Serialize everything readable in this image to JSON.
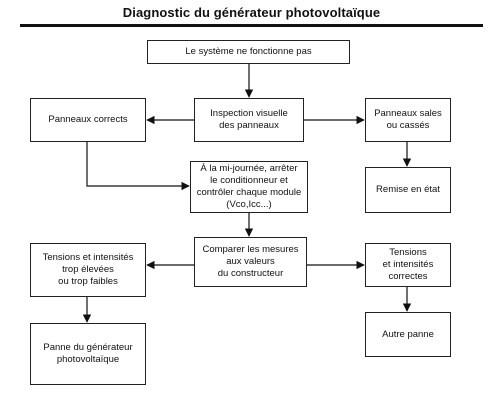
{
  "title": "Diagnostic du générateur photovoltaïque",
  "nodes": {
    "start": "Le système ne fonctionne pas",
    "inspect": "Inspection visuelle\ndes panneaux",
    "correct_panels": "Panneaux corrects",
    "dirty_panels": "Panneaux sales\nou cassés",
    "repair": "Remise en état",
    "midday": "À la mi-journée, arrêter\nle conditionneur et\ncontrôler chaque module\n(Vco,Icc...)",
    "compare": "Comparer les mesures\naux valeurs\ndu constructeur",
    "bad_values": "Tensions et intensités\ntrop élevées\nou trop faibles",
    "good_values": "Tensions\net intensités\ncorrectes",
    "generator_fault": "Panne du générateur\nphotovoltaïque",
    "other_fault": "Autre panne"
  }
}
